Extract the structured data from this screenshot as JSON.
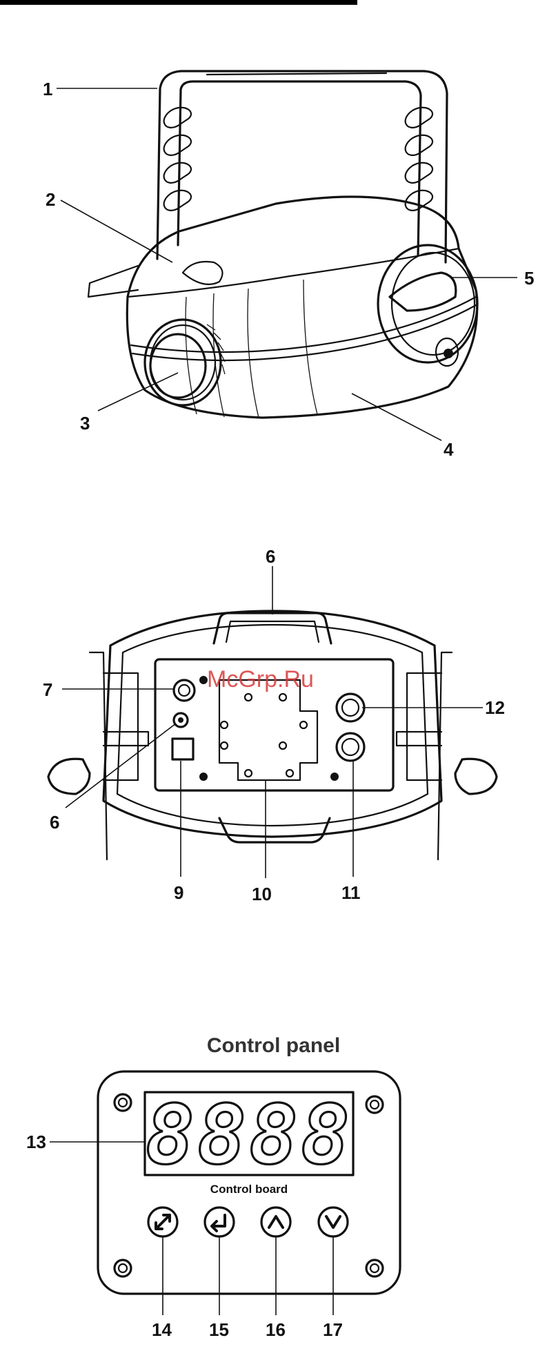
{
  "fixture_labels": {
    "l1": "1",
    "l2": "2",
    "l3": "3",
    "l4": "4",
    "l5": "5"
  },
  "rear_labels": {
    "l6_top": "6",
    "l7": "7",
    "l6_bottom": "6",
    "l12": "12",
    "l9": "9",
    "l10": "10",
    "l11": "11"
  },
  "watermark": "McGrp.Ru",
  "control_panel": {
    "title": "Control panel",
    "display": "8888",
    "board_label": "Control board",
    "labels": {
      "l13": "13",
      "l14": "14",
      "l15": "15",
      "l16": "16",
      "l17": "17"
    }
  },
  "icons": [
    "mode-button-icon",
    "enter-button-icon",
    "up-arrow-icon",
    "down-arrow-icon"
  ],
  "colors": {
    "ink": "#111111",
    "watermark": "#d63a3a"
  }
}
